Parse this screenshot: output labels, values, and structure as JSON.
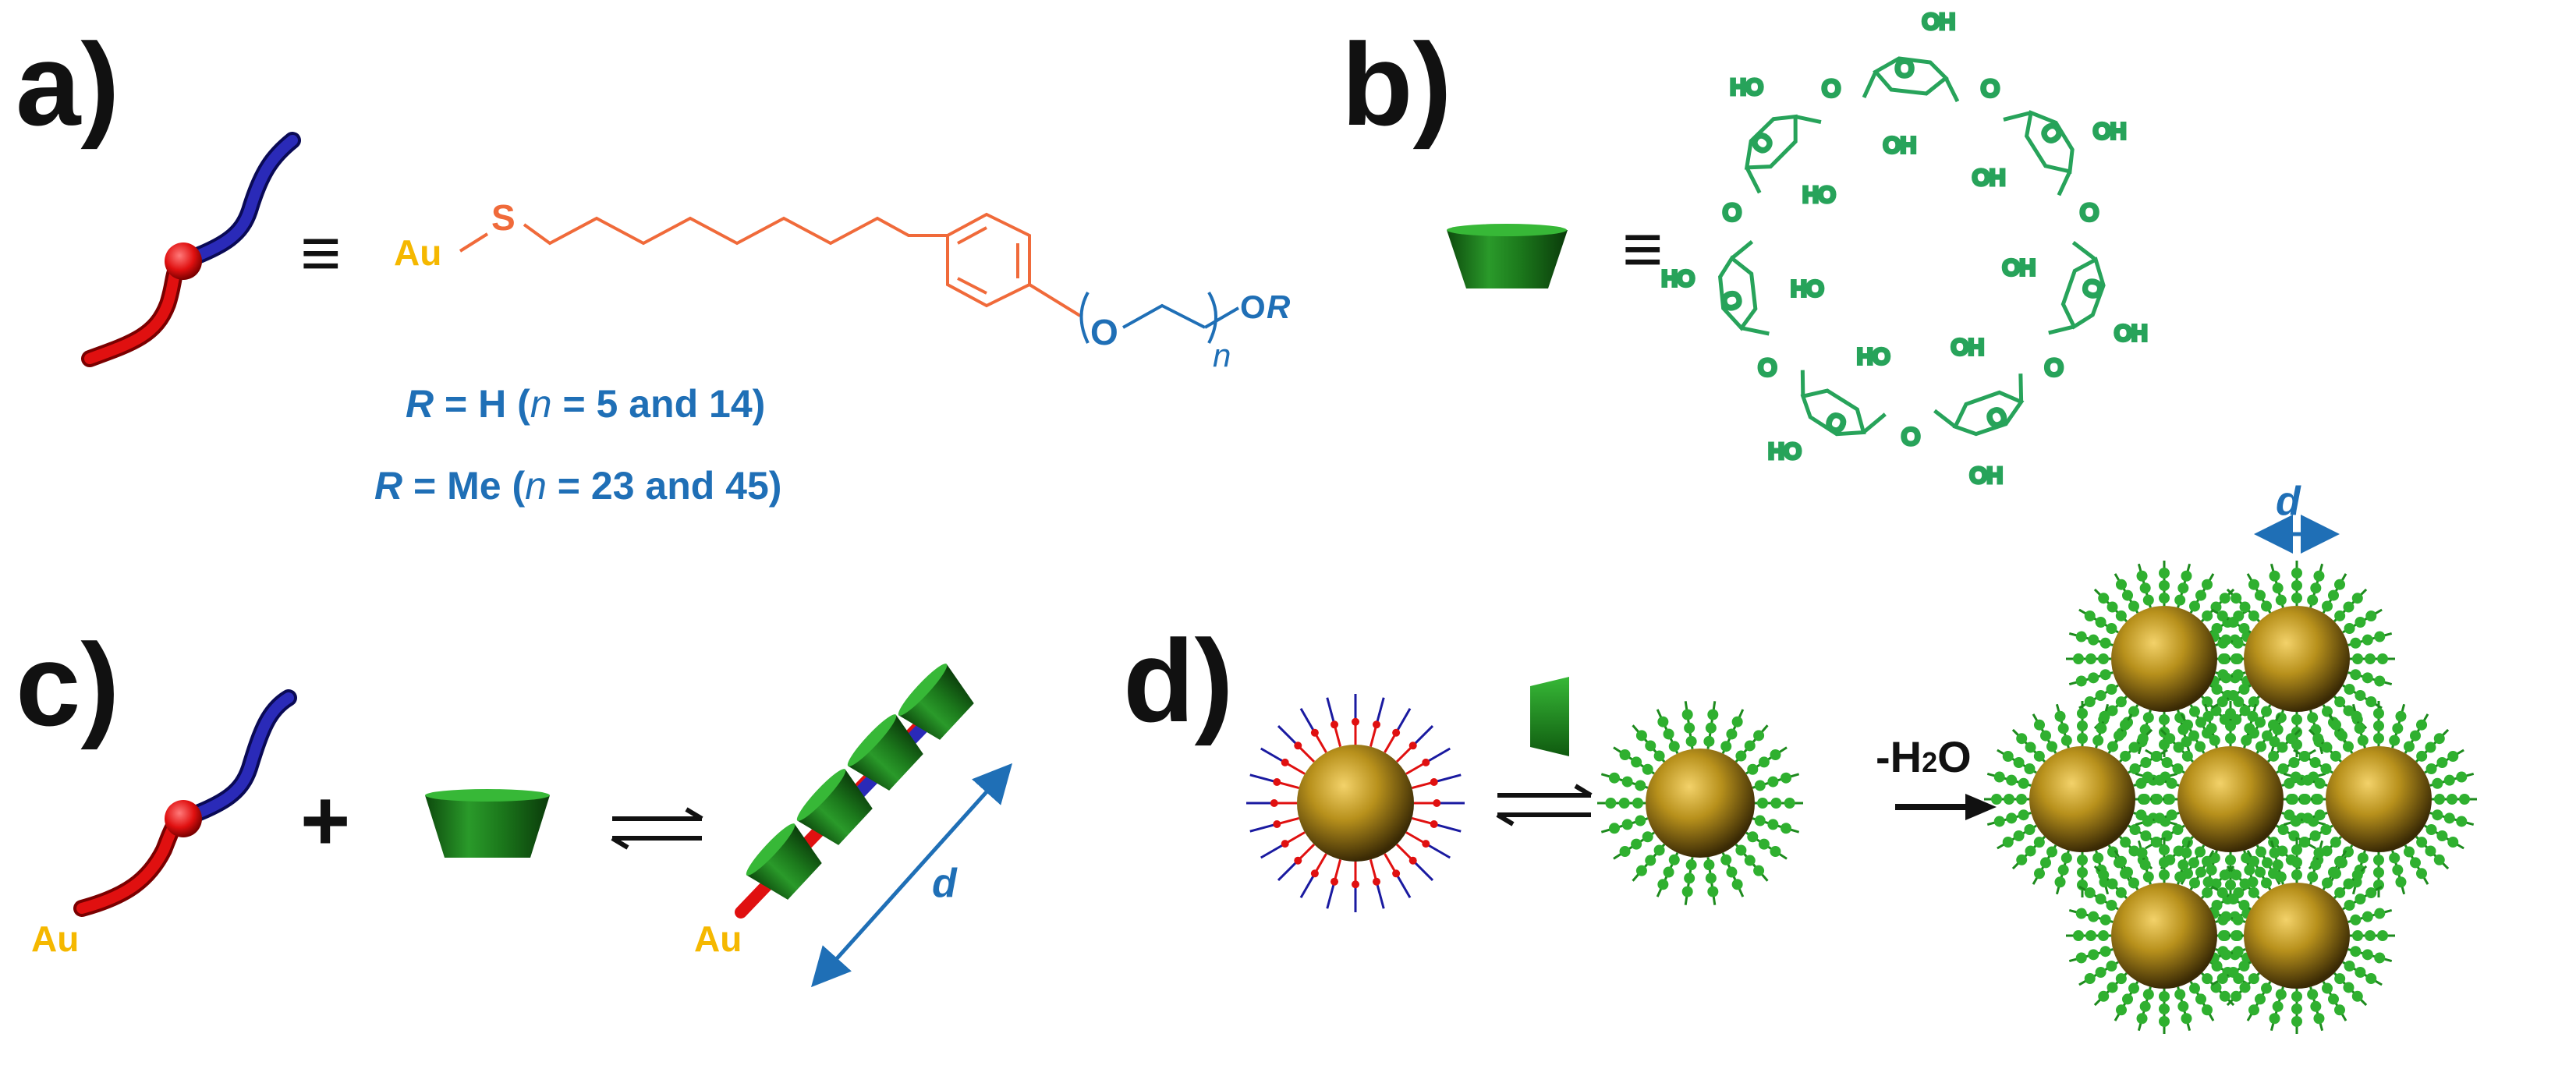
{
  "panels": {
    "a": {
      "label": "a)",
      "equiv": "≡",
      "au": "Au",
      "s": "S",
      "o": "O",
      "n": "n",
      "or_o": "O",
      "or_r": "R",
      "line1": {
        "r": "R",
        "mid": " = H (",
        "n": "n",
        "tail": " = 5 and 14)"
      },
      "line2": {
        "r": "R",
        "mid": " = Me (",
        "n": "n",
        "tail": " = 23 and 45)"
      }
    },
    "b": {
      "label": "b)",
      "equiv": "≡",
      "ho": "HO",
      "oh": "OH",
      "o": "O"
    },
    "c": {
      "label": "c)",
      "plus": "+",
      "au_left": "Au",
      "au_right": "Au",
      "d": "d"
    },
    "d": {
      "label": "d)",
      "h2o_prefix": "-H",
      "h2o_sub": "2",
      "h2o_suffix": "O",
      "d": "d"
    }
  },
  "colors": {
    "red": "#e01010",
    "blue": "#1a1aa0",
    "gold_text": "#f5b800",
    "orange": "#f06a3a",
    "label_blue": "#1f6fb6",
    "green_chem": "#27a35a",
    "cone_green": "#1f8a1f",
    "black": "#111111"
  }
}
